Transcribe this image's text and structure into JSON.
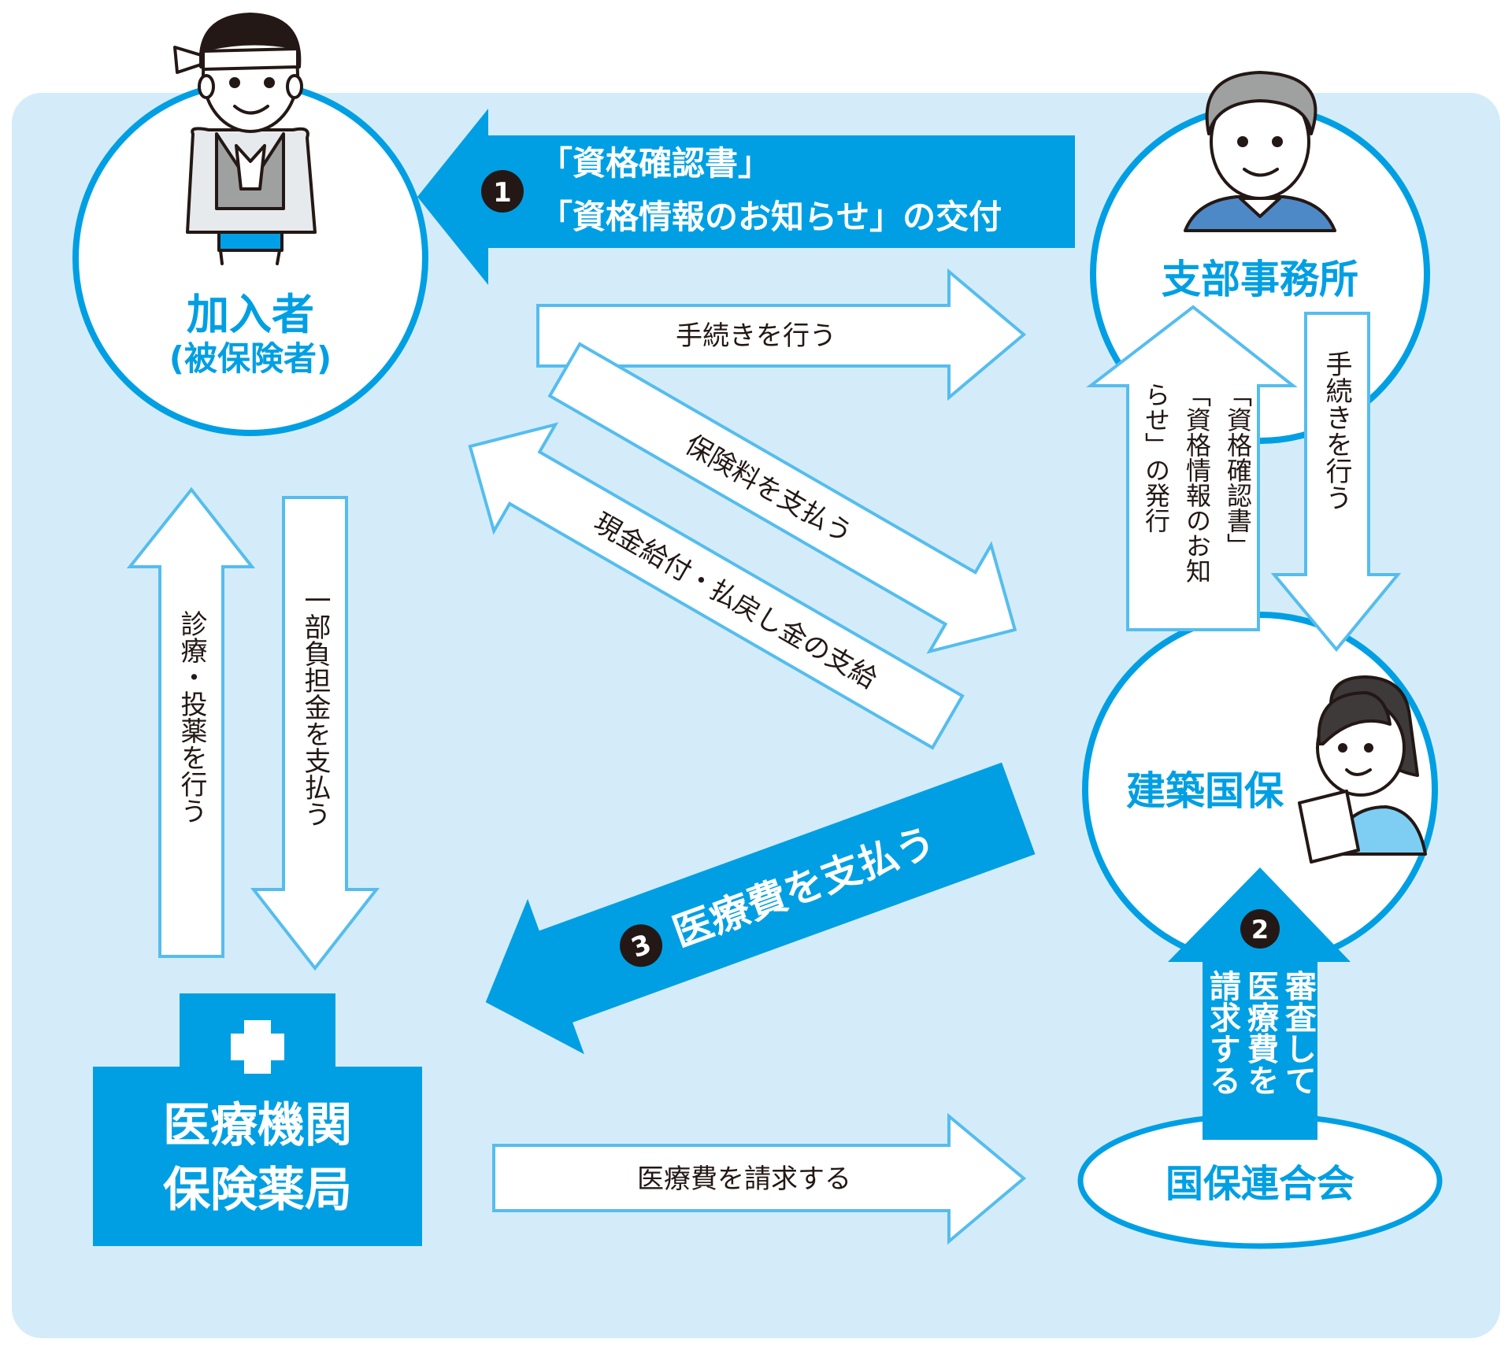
{
  "nodes": {
    "member": {
      "line1": "加入者",
      "line2": "(被保険者)"
    },
    "branch": {
      "label": "支部事務所"
    },
    "kokuho": {
      "label": "建築国保"
    },
    "rengokai": {
      "label": "国保連合会"
    },
    "clinic": {
      "line1": "医療機関",
      "line2": "保険薬局"
    }
  },
  "arrows": {
    "issue_card": {
      "step": "1",
      "line1": "「資格確認書」",
      "line2": "「資格情報のお知らせ」の交付"
    },
    "member_procedure": {
      "label": "手続きを行う"
    },
    "pay_premium": {
      "label": "保険料を支払う"
    },
    "cash_benefit": {
      "label": "現金給付・払戻し金の支給"
    },
    "branch_procedure": {
      "label": "手続きを行う"
    },
    "issue_docs": {
      "col1": "「資格確認書」",
      "col2": "「資格情報のお知",
      "col3": "らせ」の発行"
    },
    "treatment": {
      "label": "診療・投薬を行う"
    },
    "copay": {
      "label": "一部負担金を支払う"
    },
    "pay_medical": {
      "step": "3",
      "label": "医療費を支払う"
    },
    "review": {
      "step": "2",
      "col1": "審査して",
      "col2": "医療費を",
      "col3": "請求する"
    },
    "bill_medical": {
      "label": "医療費を請求する"
    }
  },
  "colors": {
    "panel": "#d4ecf9",
    "accent": "#009fe3",
    "arrow_outline": "#55bdee",
    "text": "#231815",
    "white": "#ffffff"
  }
}
